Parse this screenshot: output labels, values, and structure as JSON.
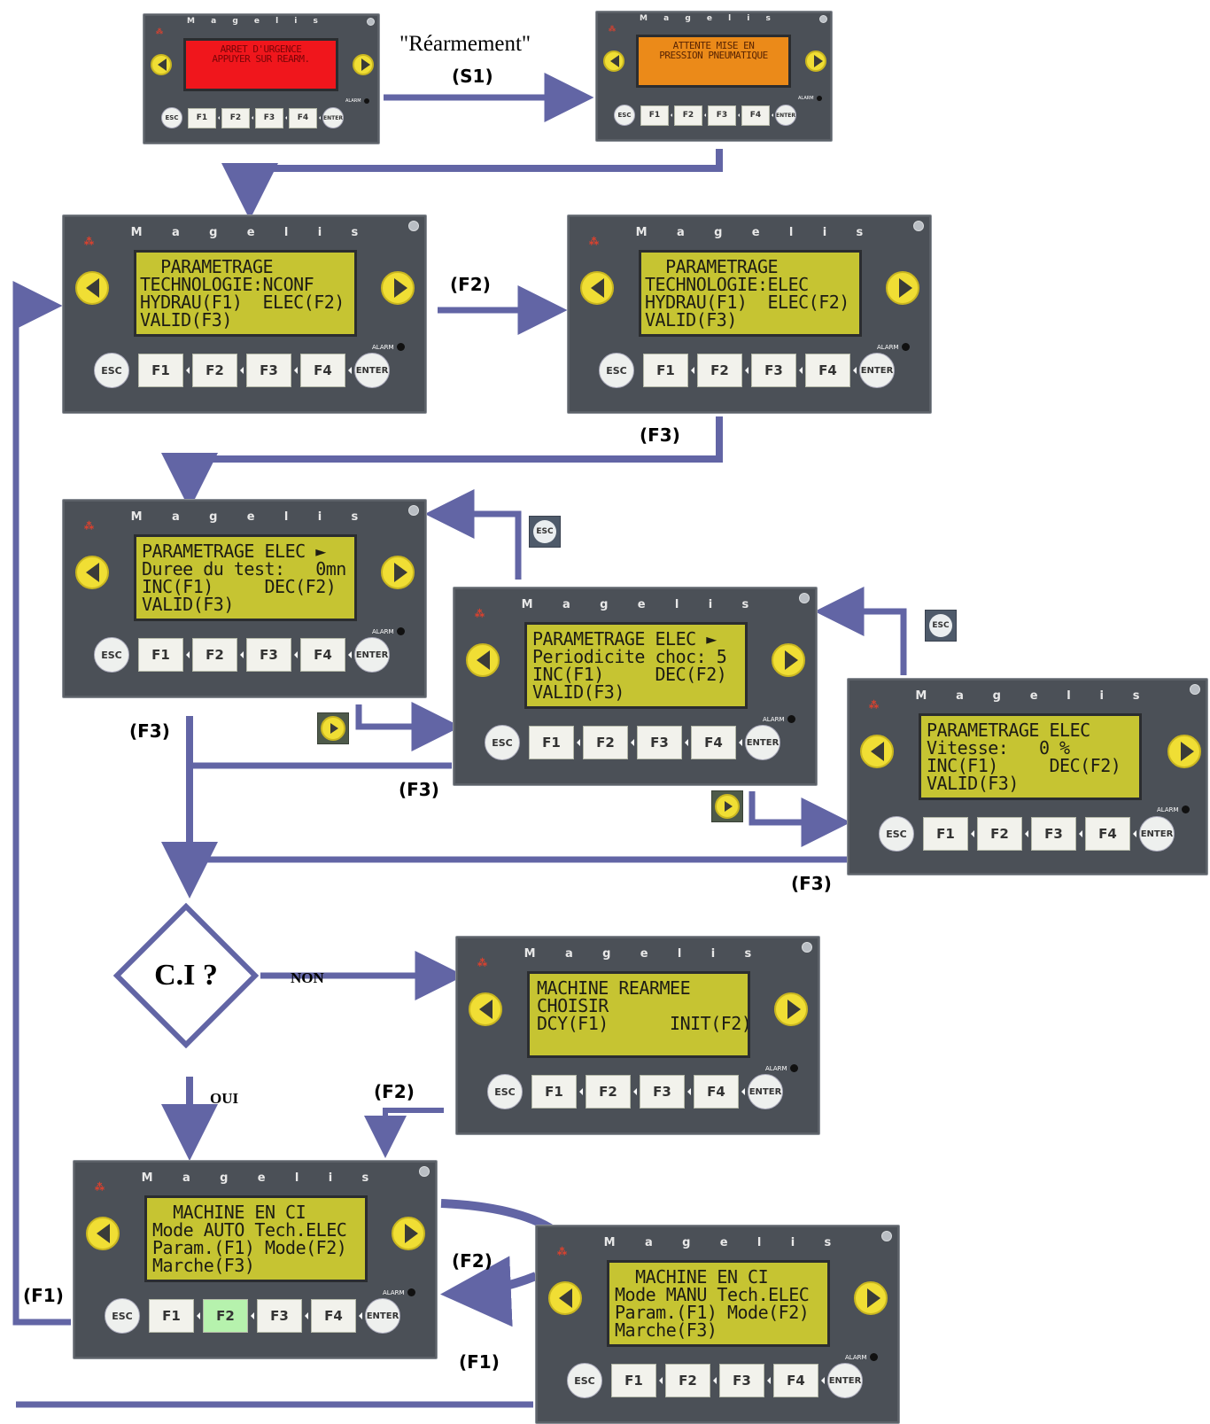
{
  "brand_letters": [
    "M",
    "a",
    "g",
    "e",
    "l",
    "i",
    "s"
  ],
  "panel_labels": {
    "esc": "ESC",
    "enter": "ENTER",
    "alarm": "ALARM",
    "f1": "F1",
    "f2": "F2",
    "f3": "F3",
    "f4": "F4"
  },
  "screens": {
    "s1": [
      "ARRET D'URGENCE",
      "APPUYER SUR REARM."
    ],
    "s2": [
      "ATTENTE MISE EN",
      "PRESSION PNEUMATIQUE"
    ],
    "s3": [
      "  PARAMETRAGE",
      "TECHNOLOGIE:NCONF",
      "HYDRAU(F1)  ELEC(F2)",
      "VALID(F3)"
    ],
    "s4": [
      "  PARAMETRAGE",
      "TECHNOLOGIE:ELEC",
      "HYDRAU(F1)  ELEC(F2)",
      "VALID(F3)"
    ],
    "s5": [
      "PARAMETRAGE ELEC ►",
      "Duree du test:   0mn",
      "INC(F1)     DEC(F2)",
      "VALID(F3)"
    ],
    "s6": [
      "PARAMETRAGE ELEC ►",
      "Periodicite choc: 5",
      "INC(F1)     DEC(F2)",
      "VALID(F3)"
    ],
    "s7": [
      "PARAMETRAGE ELEC",
      "Vitesse:   0 %",
      "INC(F1)     DEC(F2)",
      "VALID(F3)"
    ],
    "s8": [
      "MACHINE REARMEE",
      "CHOISIR",
      "DCY(F1)      INIT(F2)"
    ],
    "s9": [
      "  MACHINE EN CI",
      "Mode AUTO Tech.ELEC",
      "Param.(F1) Mode(F2)",
      "Marche(F3)"
    ],
    "s10": [
      "  MACHINE EN CI",
      "Mode MANU Tech.ELEC",
      "Param.(F1) Mode(F2)",
      "Marche(F3)"
    ]
  },
  "labels": {
    "rearm": "\"Réarmement\"",
    "s1": "(S1)",
    "f2_a": "(F2)",
    "f3_a": "(F3)",
    "f3_b": "(F3)",
    "f3_c": "(F3)",
    "f3_d": "(F3)",
    "non": "NON",
    "oui": "OUI",
    "f2_b": "(F2)",
    "f2_c": "(F2)",
    "f1_a": "(F1)",
    "f1_b": "(F1)"
  },
  "decision": "C.I ?",
  "icons": [
    "esc-icon",
    "esc-icon",
    "next-arrow-icon",
    "next-arrow-icon"
  ],
  "colors": {
    "flow": "#6265a5",
    "lcd": "#c6c432",
    "panel": "#4b5057",
    "alarm_red": "#f0161c",
    "alarm_orange": "#eb8a19",
    "f2_highlight": "#b6f2ad"
  }
}
